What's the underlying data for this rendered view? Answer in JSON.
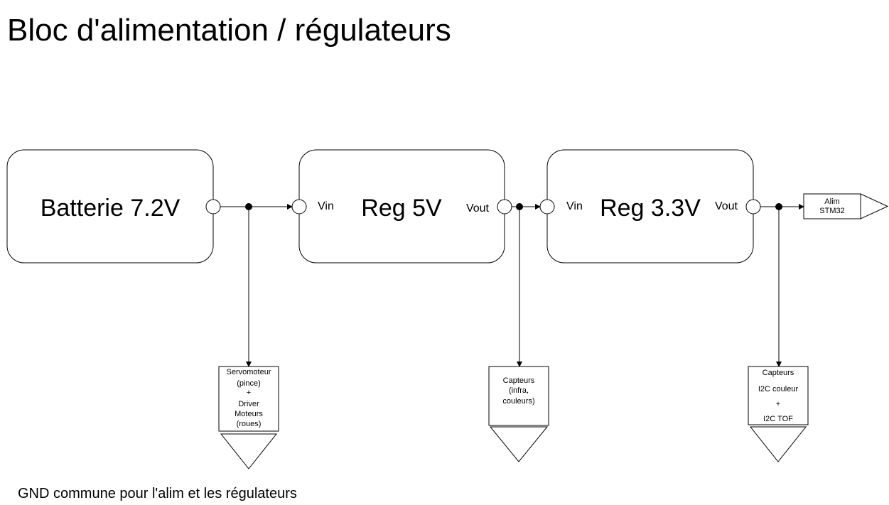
{
  "title": "Bloc d'alimentation / régulateurs",
  "footnote": "GND commune pour l'alim et les régulateurs",
  "blocks": {
    "battery": {
      "label": "Batterie 7.2V"
    },
    "reg5": {
      "label": "Reg 5V",
      "vin": "Vin",
      "vout": "Vout"
    },
    "reg33": {
      "label": "Reg 3.3V",
      "vin": "Vin",
      "vout": "Vout"
    }
  },
  "output": {
    "line1": "Alim",
    "line2": "STM32"
  },
  "loads": {
    "motors": {
      "lines": [
        "Servomoteur",
        "(pince)",
        "+",
        "Driver",
        "Moteurs",
        "(roues)"
      ]
    },
    "sensors5v": {
      "lines": [
        "Capteurs",
        "(infra,",
        "couleurs)"
      ]
    },
    "sensors33": {
      "lines": [
        "Capteurs",
        "I2C couleur",
        "+",
        "I2C TOF"
      ]
    }
  }
}
